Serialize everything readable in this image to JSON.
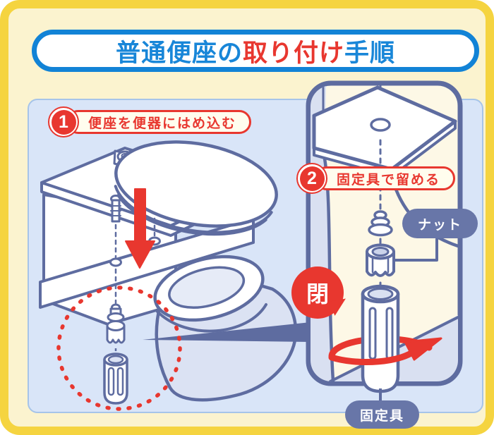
{
  "title": {
    "segments": [
      {
        "text": "普通便座の",
        "color": "#1886D8"
      },
      {
        "text": "取り付け",
        "color": "#E8372F"
      },
      {
        "text": "手順",
        "color": "#1886D8"
      }
    ]
  },
  "steps": [
    {
      "number": "1",
      "label": "便座を便器にはめ込む"
    },
    {
      "number": "2",
      "label": "固定具で留める"
    }
  ],
  "labels": {
    "nut": "ナット",
    "fixture": "固定具",
    "close_bubble": "閉"
  },
  "icons": [
    "down-arrow-icon",
    "rotate-arrow-icon",
    "dotted-highlight-circle",
    "callout-wedge",
    "close-speech-bubble"
  ],
  "colors": {
    "accent_red": "#E8372F",
    "accent_blue": "#1886D8",
    "title_border_blue": "#1283D6",
    "line_slate": "#5E6CA0",
    "panel_blue": "#D9E5F8",
    "panel_blue_border": "#A6C4E9",
    "panel_cream": "#FDF8E6",
    "page_yellow": "#FBF3CF",
    "border_yellow": "#F5D440",
    "pill_slate": "#6876A8",
    "step_pill_bg": "#FFFDEE",
    "illustration_fill_light": "#DBE2F3"
  }
}
